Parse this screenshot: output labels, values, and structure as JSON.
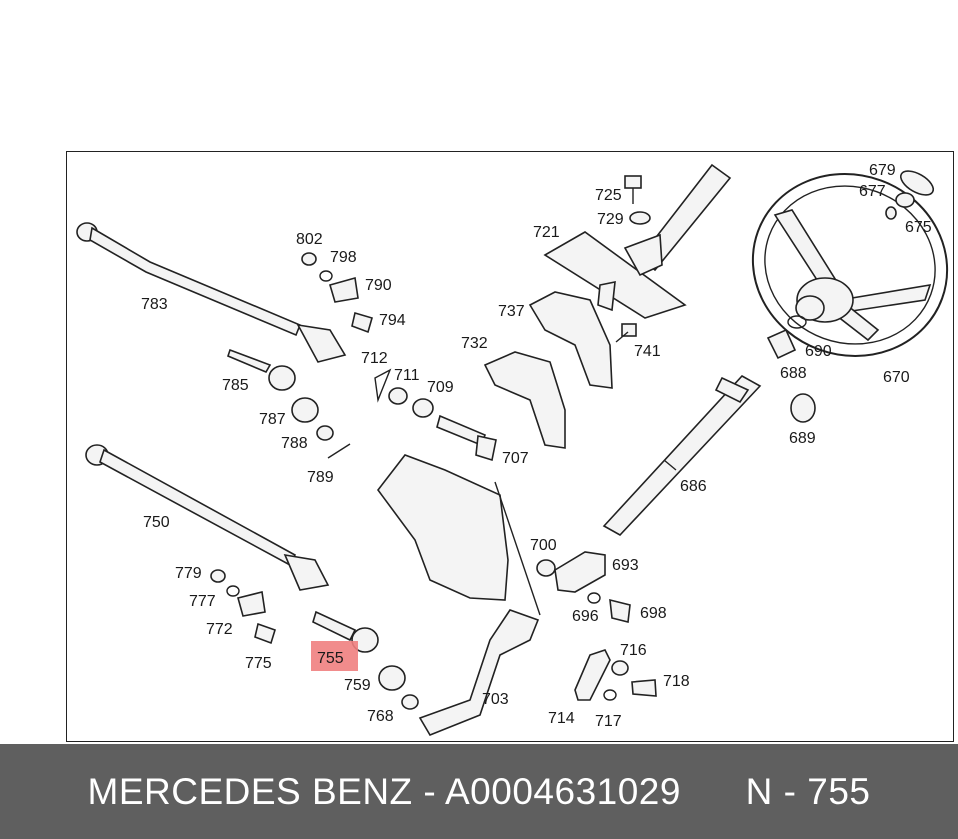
{
  "highlight": {
    "label": "755",
    "color": "#f08080"
  },
  "labels": {
    "l679": "679",
    "l677": "677",
    "l675": "675",
    "l725": "725",
    "l729": "729",
    "l721": "721",
    "l802": "802",
    "l798": "798",
    "l790": "790",
    "l794": "794",
    "l783": "783",
    "l737": "737",
    "l741": "741",
    "l690": "690",
    "l670": "670",
    "l712": "712",
    "l711": "711",
    "l709": "709",
    "l732": "732",
    "l785": "785",
    "l688": "688",
    "l787": "787",
    "l788": "788",
    "l789": "789",
    "l707": "707",
    "l689": "689",
    "l686": "686",
    "l750": "750",
    "l700": "700",
    "l693": "693",
    "l779": "779",
    "l777": "777",
    "l772": "772",
    "l775": "775",
    "l696": "696",
    "l698": "698",
    "l755": "755",
    "l759": "759",
    "l716": "716",
    "l718": "718",
    "l703": "703",
    "l768": "768",
    "l714": "714",
    "l717": "717"
  },
  "footer": {
    "brand": "MERCEDES BENZ",
    "separator": " - ",
    "part_number": "A0004631029",
    "ref_label": "N - 755"
  }
}
